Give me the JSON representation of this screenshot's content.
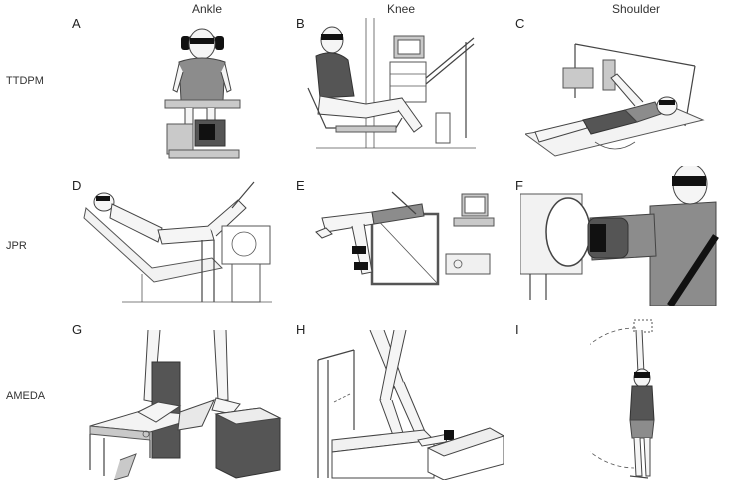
{
  "columns": [
    "Ankle",
    "Knee",
    "Shoulder"
  ],
  "rows": [
    "TTDPM",
    "JPR",
    "AMEDA"
  ],
  "panels": [
    "A",
    "B",
    "C",
    "D",
    "E",
    "F",
    "G",
    "H",
    "I"
  ],
  "colors": {
    "figure_gray": "#8c8c8c",
    "dark_gray": "#555555",
    "black": "#111111",
    "line": "#444444"
  },
  "icons": [
    "blindfold-icon",
    "headphones-icon"
  ]
}
